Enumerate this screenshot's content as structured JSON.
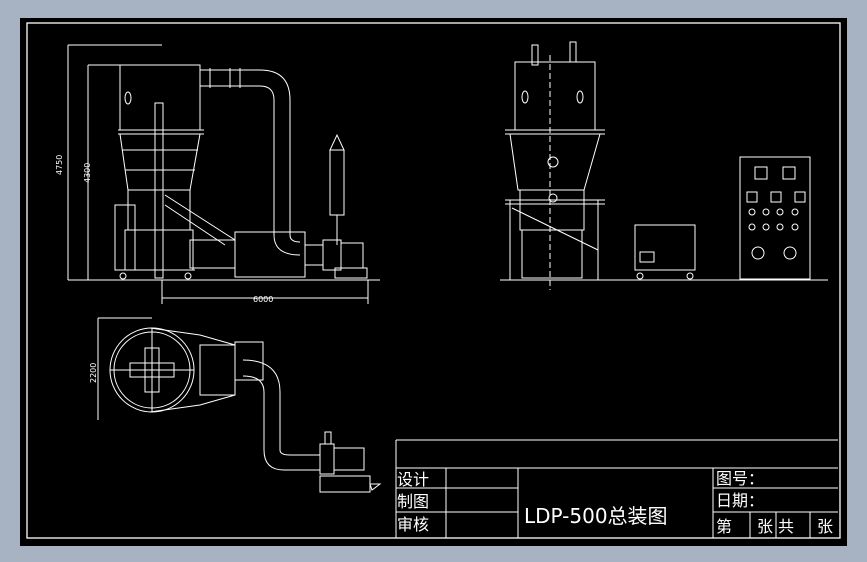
{
  "drawing": {
    "dimensions": {
      "height_total": "4750",
      "height_body": "4300",
      "length": "6000",
      "width": "2200"
    },
    "title_block": {
      "design_label": "设计",
      "draw_label": "制图",
      "review_label": "审核",
      "title": "LDP-500总装图",
      "drawing_no_label": "图号：",
      "date_label": "日期：",
      "sheet_label": "第",
      "sheet_unit": "张",
      "total_label": "共",
      "total_unit": "张"
    },
    "colors": {
      "background": "#000000",
      "line": "#ffffff",
      "window_frame": "#a7b3c2"
    }
  }
}
